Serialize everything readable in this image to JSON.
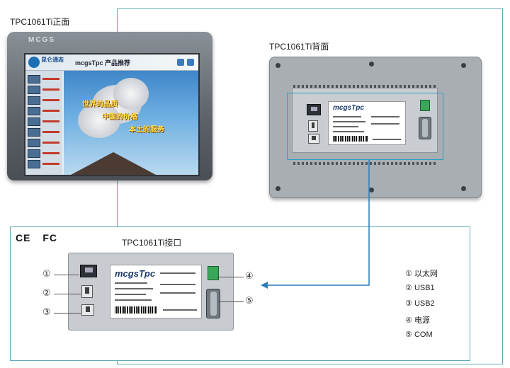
{
  "labels": {
    "front_title": "TPC1061Ti正面",
    "back_title": "TPC1061Ti背面",
    "interface_title": "TPC1061Ti接口",
    "brand": "MCGS",
    "cert_ce": "CE",
    "cert_fc": "FC"
  },
  "screen": {
    "logo_text": "昆仑通态",
    "title": "mcgsTpc 产品推荐",
    "slogans": [
      "世界的品质",
      "中国的价格",
      "本土的服务"
    ]
  },
  "device_label": {
    "logo": "mcgsTpc"
  },
  "callouts": [
    "①",
    "②",
    "③",
    "④",
    "⑤"
  ],
  "legend": [
    {
      "marker": "①",
      "text": "以太网"
    },
    {
      "marker": "②",
      "text": "USB1"
    },
    {
      "marker": "③",
      "text": "USB2"
    },
    {
      "marker": "④",
      "text": "电源"
    },
    {
      "marker": "⑤",
      "text": "COM"
    }
  ],
  "colors": {
    "frame": "#5fa9b4",
    "highlight": "#2aa0c4",
    "arrow": "#2a7fb8"
  }
}
